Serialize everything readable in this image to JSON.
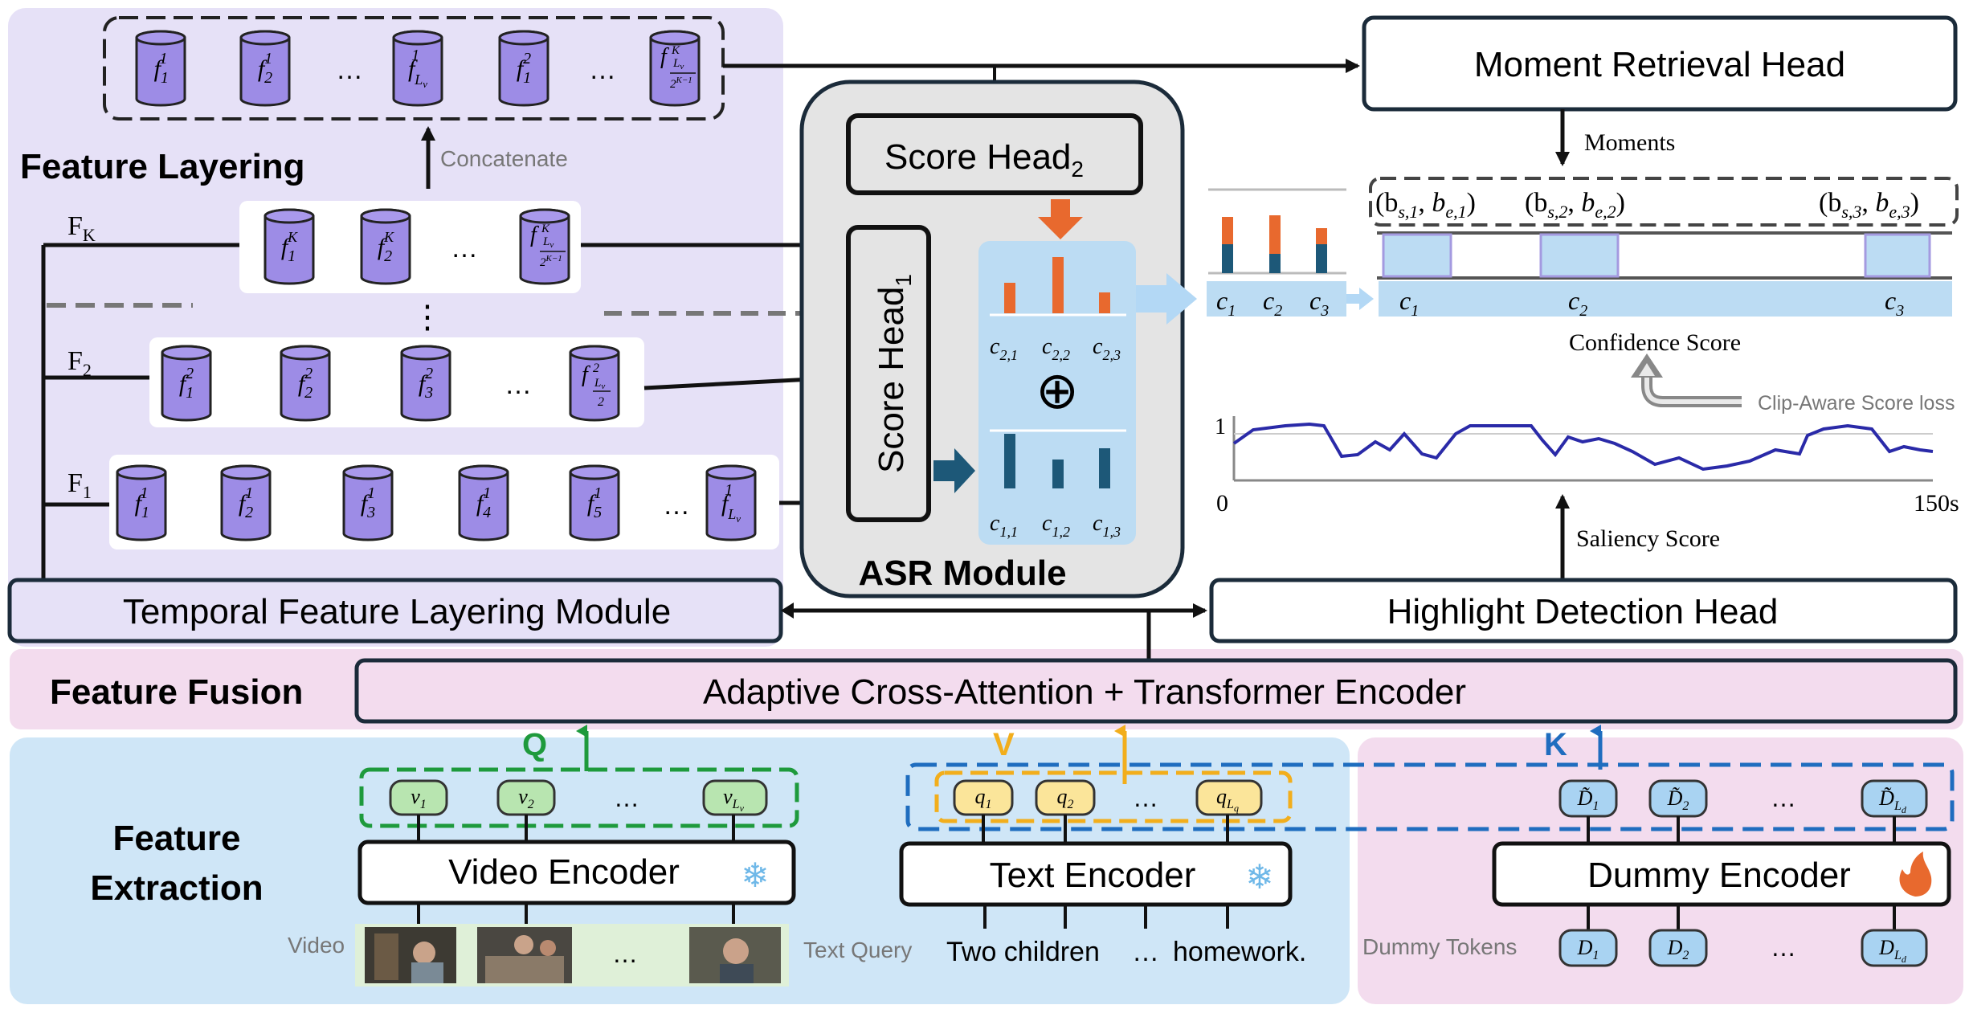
{
  "sections": {
    "feature_layering": "Feature Layering",
    "feature_fusion": "Feature Fusion",
    "feature_extraction_1": "Feature",
    "feature_extraction_2": "Extraction"
  },
  "labels": {
    "concatenate": "Concatenate",
    "fk": "F",
    "fk_sub": "K",
    "f2": "F",
    "f2_sub": "2",
    "f1": "F",
    "f1_sub": "1",
    "vdots": "⋮",
    "ellipsis": "…"
  },
  "top_tokens": [
    "f1^1",
    "f2^1",
    "…",
    "fLv^1",
    "f1^2",
    "…",
    "fLv/2^(K-1)^K"
  ],
  "asr": {
    "title": "ASR Module",
    "score_head_1": "Score Head",
    "score_head_1_sub": "1",
    "score_head_2": "Score Head",
    "score_head_2_sub": "2",
    "oplus": "⊕",
    "c2_labels": [
      "c2,1",
      "c2,2",
      "c2,3"
    ],
    "c1_labels": [
      "c1,1",
      "c1,2",
      "c1,3"
    ]
  },
  "heads": {
    "moment": "Moment Retrieval Head",
    "highlight": "Highlight Detection Head",
    "temporal": "Temporal Feature Layering Module",
    "fusion": "Adaptive  Cross-Attention + Transformer Encoder"
  },
  "right": {
    "moments": "Moments",
    "spans": [
      "(b",
      "(b",
      "(b"
    ],
    "confidence": "Confidence Score",
    "clip_loss": "Clip-Aware Score loss",
    "saliency": "Saliency Score",
    "axis_start": "0",
    "axis_end": "150s",
    "y_one": "1"
  },
  "extraction": {
    "q": "Q",
    "v": "V",
    "k": "K",
    "video_encoder": "Video Encoder",
    "text_encoder": "Text Encoder",
    "dummy_encoder": "Dummy Encoder",
    "video": "Video",
    "text_query": "Text Query",
    "dummy_tokens": "Dummy Tokens",
    "two_children": "Two children",
    "dots": "…",
    "homework": "homework."
  },
  "colors": {
    "lavender_panel": "#e6e1f7",
    "blue_panel": "#cfe6f7",
    "pink_panel": "#f3dcee",
    "token_purple": "#9d8ce6",
    "orange_bar": "#e8692e",
    "navy_bar": "#1d5878",
    "green": "#1e9a3c",
    "gold": "#f2ae1c",
    "blue": "#1f6dbf"
  }
}
